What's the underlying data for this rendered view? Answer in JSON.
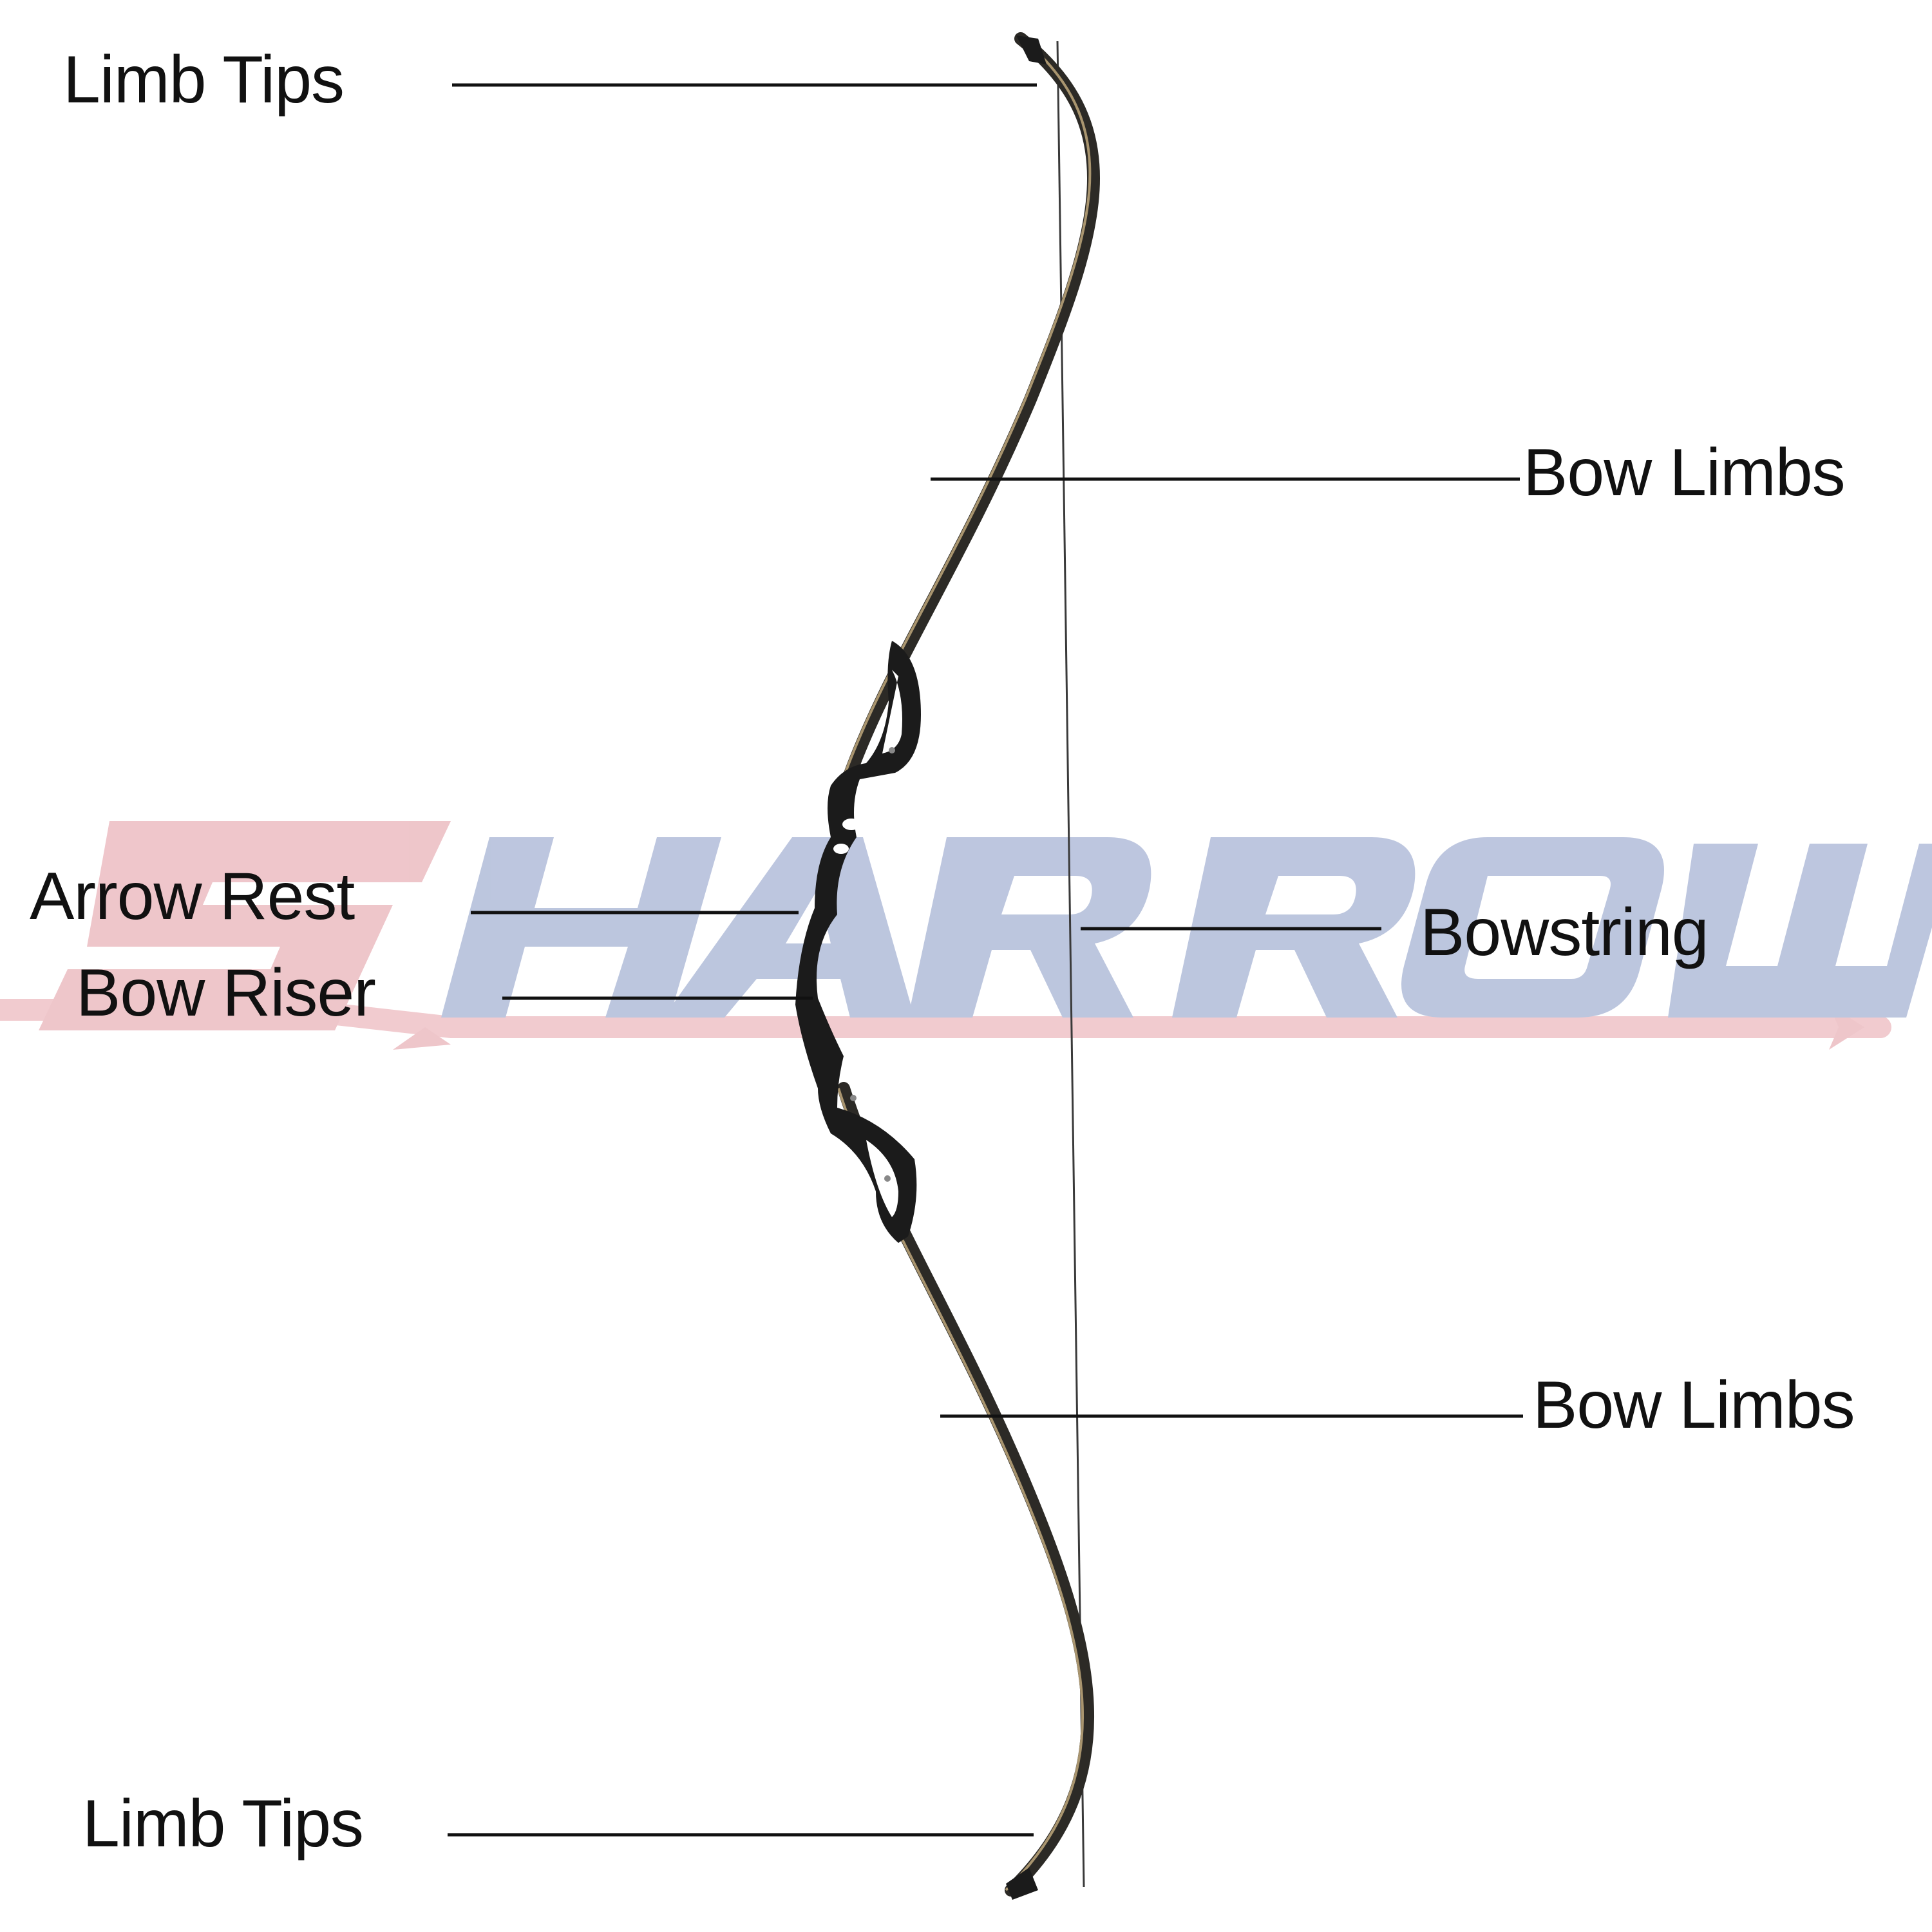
{
  "watermark": {
    "text": "SHARROW",
    "colors": {
      "blue": "#b9c3dd",
      "red": "#eec3c8"
    }
  },
  "labels": {
    "limb_tips_top": "Limb Tips",
    "bow_limbs_upper": "Bow Limbs",
    "arrow_rest": "Arrow Rest",
    "bow_riser": "Bow Riser",
    "bowstring": "Bowstring",
    "bow_limbs_lower": "Bow Limbs",
    "limb_tips_bottom": "Limb Tips"
  },
  "colors": {
    "text": "#111111",
    "leader_line": "#111111",
    "riser": "#1b1b1b",
    "limb_dark": "#2c2a26",
    "limb_accent": "#a9956f",
    "string": "#3a3a3a"
  }
}
